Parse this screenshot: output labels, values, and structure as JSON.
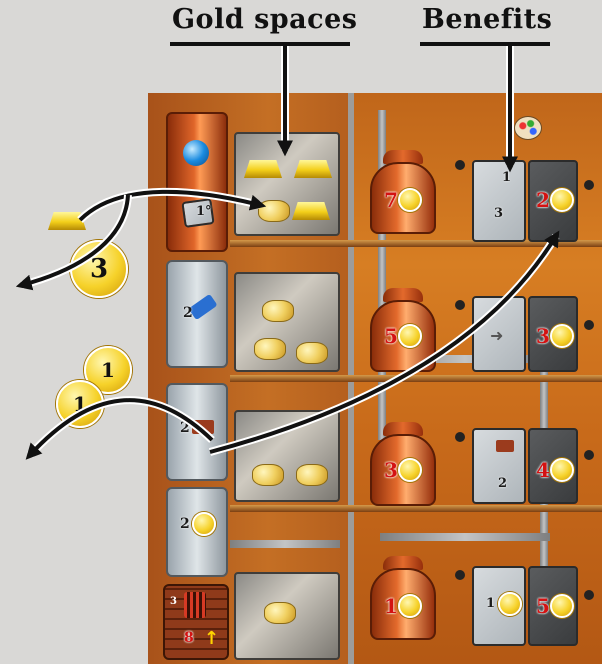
{
  "headers": {
    "gold_spaces": "Gold spaces",
    "benefits": "Benefits"
  },
  "left_column": {
    "slot1_label": "1°",
    "slot2_label": "2",
    "slot3_label": "2",
    "slot4_label": "2",
    "bottom_small": "3",
    "bottom_cost": "8"
  },
  "coins": {
    "coin_3": "3",
    "coin_1a": "1",
    "coin_1b": "1"
  },
  "kettles": [
    {
      "value": "7"
    },
    {
      "value": "5"
    },
    {
      "value": "3"
    },
    {
      "value": "1"
    }
  ],
  "benefit_rows": [
    {
      "top": "1",
      "bottom": "3",
      "right": "2"
    },
    {
      "right": "3"
    },
    {
      "bottom": "2",
      "right": "4"
    },
    {
      "middle": "1",
      "right": "5"
    }
  ],
  "colors": {
    "gold": "#f6d22a",
    "red_numbers": "#d41212",
    "board_orange": "#c86a1a"
  }
}
